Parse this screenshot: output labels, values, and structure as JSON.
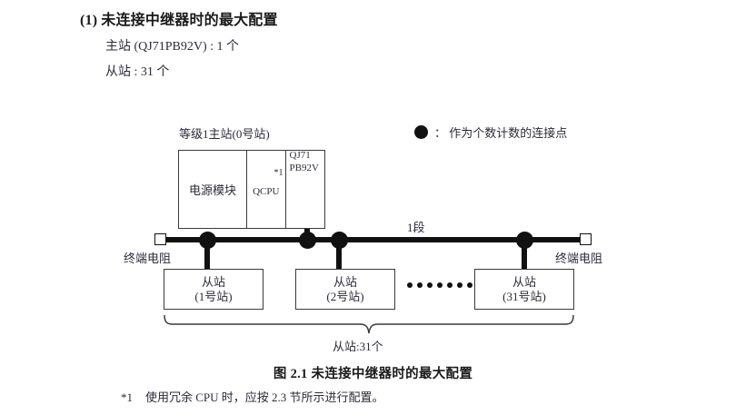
{
  "header": {
    "number": "(1)",
    "title": "未连接中继器时的最大配置",
    "lines": [
      "主站 (QJ71PB92V) : 1 个",
      "从站 : 31 个"
    ]
  },
  "legend": {
    "symbol": "filled-circle",
    "text": "： 作为个数计数的连接点"
  },
  "diagram": {
    "master": {
      "caption": "等级1主站(0号站)",
      "cells": {
        "power": "电源模块",
        "cpu": "QCPU",
        "cpu_footnote_mark": "*1",
        "network_line1": "QJ71",
        "network_line2": "PB92V"
      }
    },
    "bus": {
      "segment_label": "1段",
      "terminator_left_label": "终端电阻",
      "terminator_right_label": "终端电阻",
      "node_count": 4
    },
    "slaves": [
      {
        "title": "从站",
        "station": "(1号站)"
      },
      {
        "title": "从站",
        "station": "(2号站)"
      },
      {
        "title": "从站",
        "station": "(31号站)"
      }
    ],
    "ellipsis_dots": 7,
    "brace_label": "从站:31个"
  },
  "caption": "图 2.1  未连接中继器时的最大配置",
  "footnote": {
    "mark": "*1",
    "text": "使用冗余 CPU 时，应按 2.3 节所示进行配置。"
  },
  "colors": {
    "ink": "#111111",
    "text": "#2b2b3a",
    "heading": "#1a1a1a",
    "box_border": "#3a3a3a",
    "page_bg": "#ffffff"
  }
}
